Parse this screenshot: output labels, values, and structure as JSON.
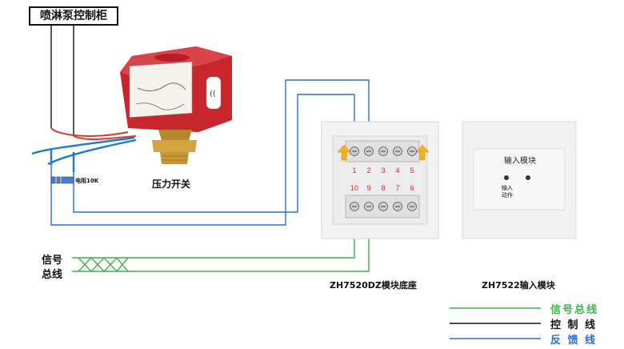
{
  "title": "喷淋泵控制柜",
  "pressure_switch_label": "压力开关",
  "resistor_label": "电阻10K",
  "signal_bus_label_line1": "信号",
  "signal_bus_label_line2": "总线",
  "base_module": {
    "label": "ZH7520DZ模块底座",
    "top_terminals": [
      "1",
      "2",
      "3",
      "4",
      "5"
    ],
    "bottom_terminals": [
      "10",
      "9",
      "8",
      "7",
      "6"
    ]
  },
  "input_module": {
    "label": "ZH7522输入模块",
    "title": "输入模块",
    "indicator_label_line1": "输入",
    "indicator_label_line2": "动作"
  },
  "legend": [
    {
      "label": "信号总线",
      "color": "#3cb34a"
    },
    {
      "label": "控 制 线",
      "color": "#111111"
    },
    {
      "label": "反 馈 线",
      "color": "#2a6fd6"
    }
  ],
  "colors": {
    "signal": "#3cb34a",
    "control": "#111111",
    "feedback": "#2a6fd6",
    "switch_red": "#c8252c",
    "terminal_red": "#e0242b"
  }
}
